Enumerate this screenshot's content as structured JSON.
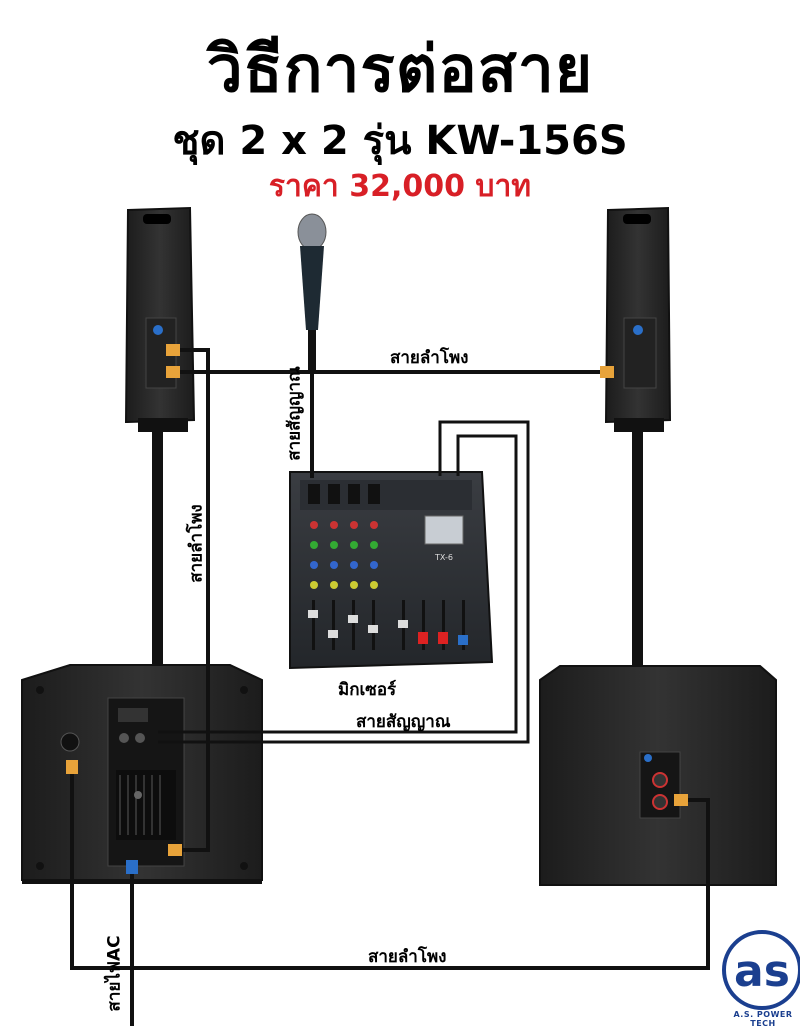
{
  "header": {
    "title": "วิธีการต่อสาย",
    "subtitle": "ชุด 2 x 2 รุ่น KW-156S",
    "price": "ราคา 32,000 บาท"
  },
  "labels": {
    "speaker_cable_top": "สายลำโพง",
    "signal_cable_vertical": "สายสัญญาณ",
    "speaker_cable_left": "สายลำโพง",
    "mixer": "มิกเซอร์",
    "signal_cable_horizontal": "สายสัญญาณ",
    "speaker_cable_bottom": "สายลำโพง",
    "ac_cable": "สายไฟAC"
  },
  "mixer_screen_text": "TX-6",
  "brand": {
    "name": "A.S. POWER TECH",
    "color": "#1b3f8f"
  },
  "colors": {
    "price": "#d81f26",
    "cable": "#111111",
    "cabinet": "#2a2a2a"
  }
}
